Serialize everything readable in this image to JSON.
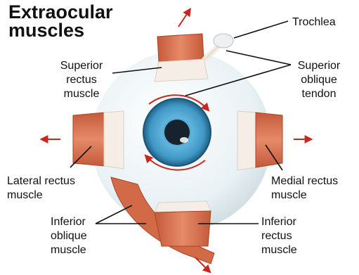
{
  "title": {
    "line1": "Extraocular",
    "line2": "muscles"
  },
  "labels": {
    "trochlea": "Trochlea",
    "superior_rectus": {
      "line1": "Superior",
      "line2": "rectus",
      "line3": "muscle"
    },
    "superior_oblique_tendon": {
      "line1": "Superior",
      "line2": "oblique",
      "line3": "tendon"
    },
    "lateral_rectus": {
      "line1": "Lateral rectus",
      "line2": "muscle"
    },
    "medial_rectus": {
      "line1": "Medial rectus",
      "line2": "muscle"
    },
    "inferior_oblique": {
      "line1": "Inferior",
      "line2": "oblique",
      "line3": "muscle"
    },
    "inferior_rectus": {
      "line1": "Inferior",
      "line2": "rectus",
      "line3": "muscle"
    }
  },
  "colors": {
    "muscle": "#d9714f",
    "muscle_dark": "#b5482b",
    "tendon": "#f4efe8",
    "sclera": "#eef4f6",
    "iris": "#3f97c4",
    "pupil": "#16232c",
    "arrow": "#c8281e",
    "leader": "#111111"
  },
  "icons": [
    "eyeball-illustration",
    "direction-arrow-icon",
    "rotation-arrow-icon"
  ]
}
